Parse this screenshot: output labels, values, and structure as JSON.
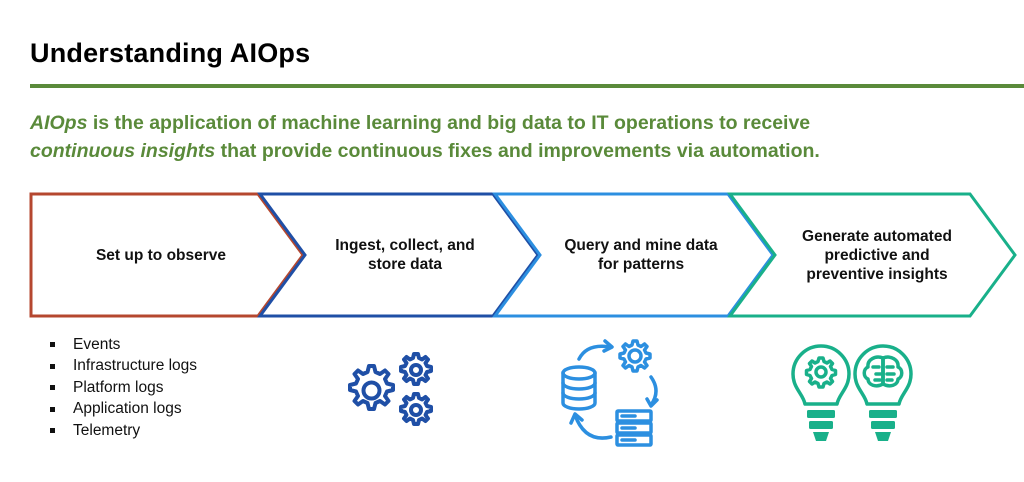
{
  "title": "Understanding AIOps",
  "intro": {
    "term": "AIOps",
    "line1_rest": " is the application of machine learning and big data to IT operations to receive",
    "emph": "continuous insights",
    "line2_rest": " that provide continuous fixes and improvements via automation."
  },
  "steps": [
    {
      "label": "Set up to observe",
      "color": "#b5472f"
    },
    {
      "label": "Ingest, collect, and store data",
      "color": "#1f4fa6"
    },
    {
      "label": "Query and mine data for patterns",
      "color": "#2c8fe0"
    },
    {
      "label": "Generate automated predictive and preventive insights",
      "color": "#19b08a"
    }
  ],
  "bullets": [
    "Events",
    "Infrastructure logs",
    "Platform logs",
    "Application logs",
    "Telemetry"
  ],
  "icons": {
    "gears": "gears-icon",
    "data": "database-cycle-icon",
    "bulbs": "lightbulb-brain-icon"
  }
}
